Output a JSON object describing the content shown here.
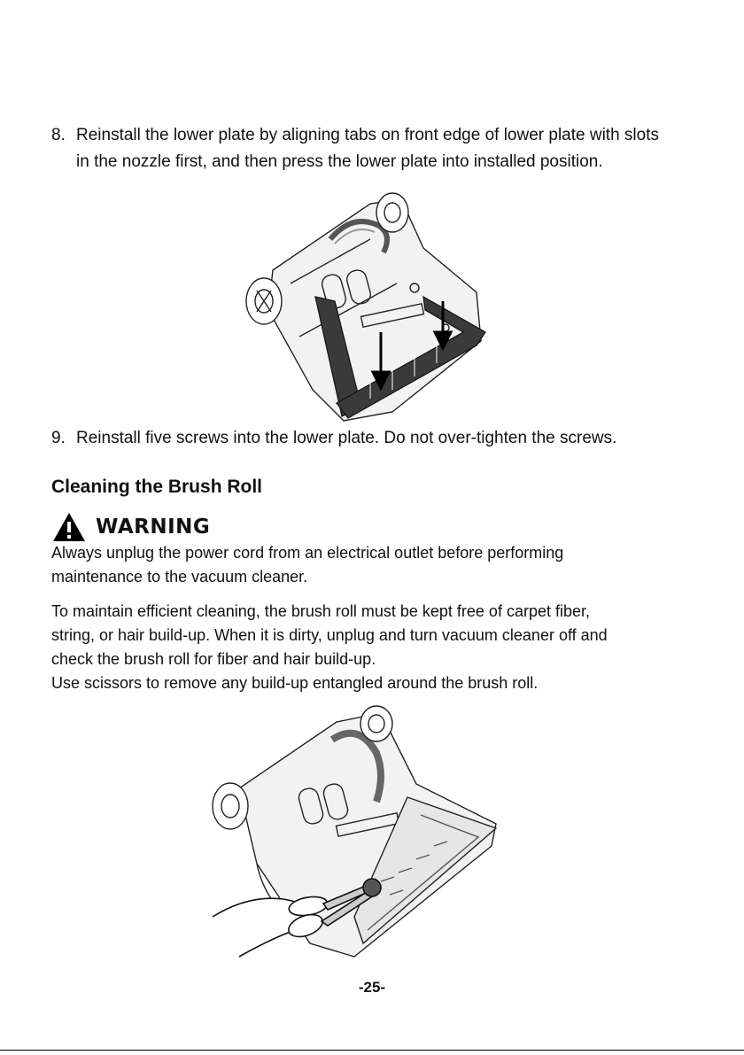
{
  "steps": [
    {
      "number": "8.",
      "line1": "Reinstall the lower plate by aligning tabs on front edge of lower plate with slots",
      "line2": "in the nozzle first, and then press the lower plate into installed position."
    },
    {
      "number": "9.",
      "line1": "Reinstall five screws into the lower plate. Do not over-tighten the screws."
    }
  ],
  "section": {
    "title": "Cleaning the Brush Roll",
    "warning_label": "WARNING",
    "warning_icon": "warning-triangle-icon",
    "warning_lines": [
      "Always unplug the power cord from an electrical outlet before performing",
      "maintenance to the vacuum cleaner."
    ],
    "body_lines": [
      "To maintain efficient cleaning, the brush roll must be kept free of carpet fiber,",
      "string, or hair build-up. When it is dirty, unplug and turn vacuum cleaner off and",
      "check the brush roll for fiber and hair build-up.",
      "Use scissors to remove any build-up entangled around the brush roll."
    ]
  },
  "page_number": "-25-"
}
